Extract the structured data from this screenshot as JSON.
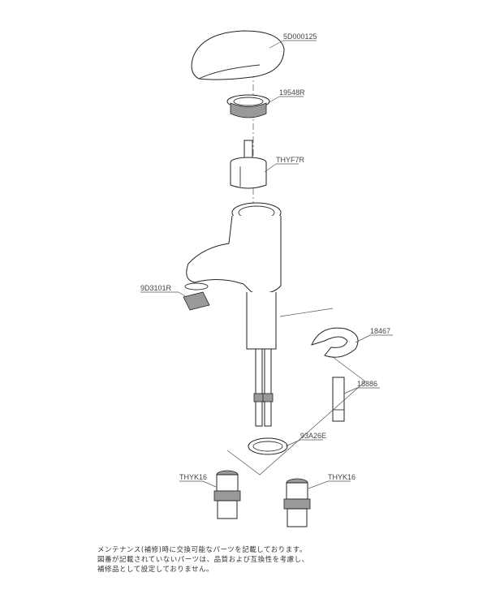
{
  "parts": [
    {
      "id": "lever",
      "label": "5D000125"
    },
    {
      "id": "cap-nut",
      "label": "19548R"
    },
    {
      "id": "cartridge",
      "label": "THYF7R"
    },
    {
      "id": "aerator",
      "label": "9D3101R"
    },
    {
      "id": "clamp",
      "label": "18467"
    },
    {
      "id": "stud-bolt",
      "label": "18886"
    },
    {
      "id": "gasket",
      "label": "93A26E"
    },
    {
      "id": "check-valve-left",
      "label": "THYK16"
    },
    {
      "id": "check-valve-right",
      "label": "THYK16"
    }
  ],
  "note": {
    "lines": [
      "メンテナンス(補修)時に交換可能なパーツを記載しております。",
      "図番が記載されていないパーツは、品質および互換性を考慮し、",
      "補修品として設定しておりません。"
    ]
  }
}
